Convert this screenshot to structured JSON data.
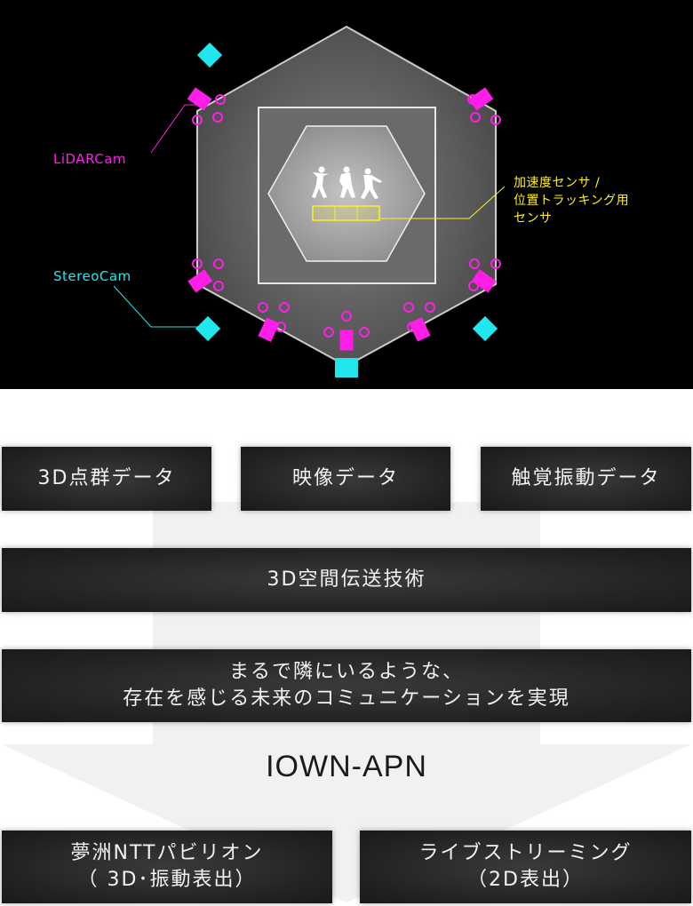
{
  "stage": {
    "lidar_label": "LiDARCam",
    "stereo_label": "StereoCam",
    "sensor_label_line1": "加速度センサ /",
    "sensor_label_line2": "位置トラッキング用",
    "sensor_label_line3": "センサ",
    "colors": {
      "lidar": "#ff1ee8",
      "stereo": "#22e6ee",
      "sensor": "#ffee22"
    }
  },
  "data_types": [
    {
      "label": "3D点群データ"
    },
    {
      "label": "映像データ"
    },
    {
      "label": "触覚振動データ"
    }
  ],
  "technology": {
    "label": "3D空間伝送技術"
  },
  "vision": {
    "line1": "まるで隣にいるような、",
    "line2": "存在を感じる未来のコミュニケーションを実現"
  },
  "network": {
    "label": "IOWN-APN"
  },
  "outputs": [
    {
      "line1": "夢洲NTTパビリオン",
      "line2": "（ 3D･振動表出）"
    },
    {
      "line1": "ライブストリーミング",
      "line2": "（2D表出）"
    }
  ]
}
